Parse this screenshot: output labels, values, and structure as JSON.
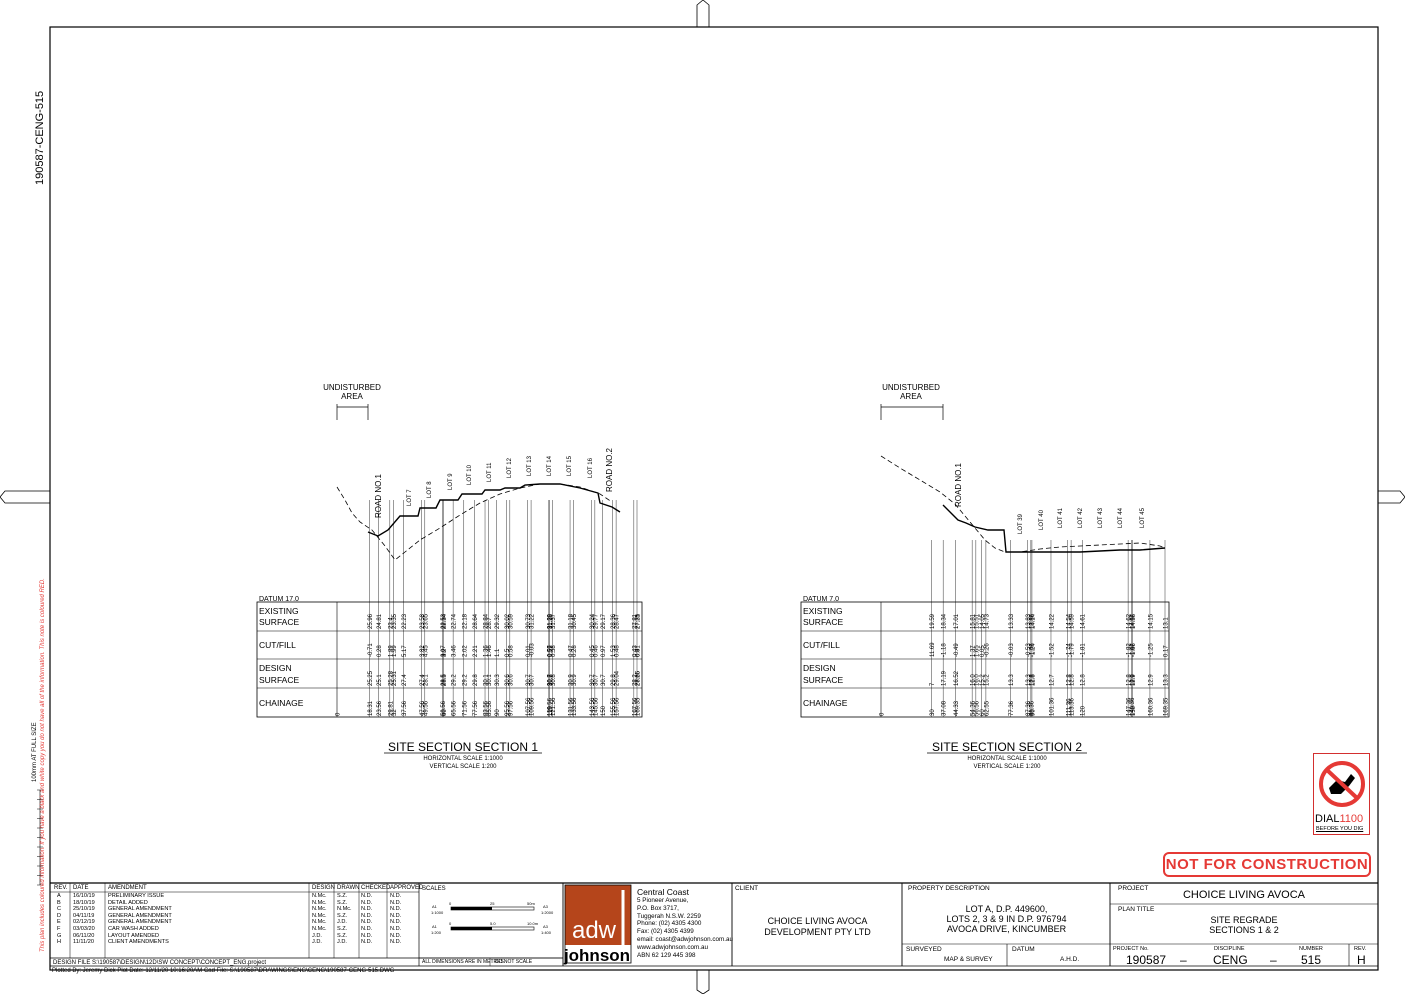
{
  "drawing_number_side": "190587-CENG-515",
  "side_note_red": "This plan includes coloured information. If you have a black and white copy you do not have all of the information. This note is coloured RED.",
  "full_size_note": "100mm AT FULL SIZE",
  "dial": {
    "label_prefix": "DIAL",
    "label_number": "1100",
    "sub": "BEFORE YOU DIG",
    "icon": "no-dig-icon"
  },
  "not_for_construction": "NOT FOR CONSTRUCTION",
  "section1": {
    "title": "SITE SECTION SECTION 1",
    "hscale": "HORIZONTAL SCALE 1:1000",
    "vscale": "VERTICAL SCALE 1:200",
    "undisturbed": [
      "UNDISTURBED",
      "AREA"
    ],
    "datum": "DATUM 17.0",
    "row_labels": {
      "existing": [
        "EXISTING",
        "SURFACE"
      ],
      "cutfill": [
        "CUT/FILL"
      ],
      "design": [
        "DESIGN",
        "SURFACE"
      ],
      "chainage": [
        "CHAINAGE"
      ]
    },
    "lots": [
      "ROAD NO.1",
      "LOT 7",
      "LOT 8",
      "LOT 9",
      "LOT 10",
      "LOT 11",
      "LOT 12",
      "LOT 13",
      "LOT 14",
      "LOT 15",
      "LOT 16",
      "ROAD NO.2"
    ],
    "existing": [
      "25.96",
      "24.81",
      "23.4",
      "23.35",
      "22.23",
      "23.58",
      "23.65",
      "22.53",
      "22.34",
      "22.74",
      "22.18",
      "28.64",
      "28.84",
      "28.7",
      "29.32",
      "30.02",
      "30.59",
      "30.73",
      "31.22",
      "31.29",
      "31.38",
      "31.37",
      "31.18",
      "30.45",
      "30.24",
      "29.77",
      "29.17",
      "28.36",
      "28.47",
      "27.81",
      "27.31",
      "27.25"
    ],
    "cutfill": [
      "-0.71",
      "0.28",
      "1.89",
      "1.99",
      "5.17",
      "3.82",
      "4.45",
      "3.07",
      "3.2",
      "3.46",
      "2.02",
      "2.21",
      "1.36",
      "1.46",
      "1.1",
      "0.5",
      "0.58",
      "0.01",
      "-0.03",
      "0.57",
      "0.59",
      "0.58",
      "0.47",
      "0.28",
      "0.45",
      "0.46",
      "0.97",
      "1.53",
      "0.48",
      "0.43",
      "0.91",
      "0.4"
    ],
    "design": [
      "25.25",
      "25.1",
      "25.28",
      "25.31",
      "27.4",
      "27.4",
      "28.1",
      "28.5",
      "28.5",
      "29.2",
      "29.2",
      "29.8",
      "30.1",
      "30.1",
      "30.3",
      "30.6",
      "30.6",
      "30.7",
      "30.7",
      "30.7",
      "30.8",
      "30.8",
      "30.9",
      "30.9",
      "30.7",
      "30.7",
      "30.7",
      "29.8",
      "29.04",
      "28.2",
      "28.26",
      "27.65"
    ],
    "chainage": [
      "0",
      "18.31",
      "23.56",
      "29.81",
      "32",
      "37.56",
      "47.56",
      "49.56",
      "59.56",
      "60",
      "65.56",
      "71.56",
      "77.56",
      "83.56",
      "85.56",
      "90",
      "95.56",
      "97.56",
      "107.56",
      "109.56",
      "119.56",
      "120",
      "121.56",
      "131.56",
      "133.56",
      "143.56",
      "145.56",
      "150",
      "155.56",
      "157.56",
      "167.56",
      "169.35"
    ]
  },
  "section2": {
    "title": "SITE SECTION SECTION 2",
    "hscale": "HORIZONTAL SCALE 1:1000",
    "vscale": "VERTICAL SCALE 1:200",
    "undisturbed": [
      "UNDISTURBED",
      "AREA"
    ],
    "datum": "DATUM 7.0",
    "row_labels": {
      "existing": [
        "EXISTING",
        "SURFACE"
      ],
      "cutfill": [
        "CUT/FILL"
      ],
      "design": [
        "DESIGN",
        "SURFACE"
      ],
      "chainage": [
        "CHAINAGE"
      ]
    },
    "lots": [
      "ROAD NO.1",
      "LOT 39",
      "LOT 40",
      "LOT 41",
      "LOT 42",
      "LOT 43",
      "LOT 44",
      "LOT 45"
    ],
    "existing": [
      "19.59",
      "18.34",
      "17.01",
      "15.81",
      "15.51",
      "14.73",
      "14.05",
      "13.33",
      "13.83",
      "13.86",
      "14.14",
      "14.22",
      "14.54",
      "14.59",
      "14.61",
      "14.62",
      "14.57",
      "14.56",
      "14.15",
      "13.1"
    ],
    "cutfill": [
      "11.69",
      "-1.18",
      "-0.49",
      "1.37",
      "1.65",
      "-0.26",
      "0.05",
      "-0.03",
      "-0.53",
      "-1.06",
      "-1.24",
      "-1.52",
      "-1.74",
      "-1.79",
      "-1.81",
      "-1.82",
      "-1.67",
      "-1.66",
      "-1.25",
      "0.17"
    ],
    "design": [
      "7",
      "17.19",
      "16.52",
      "16.0",
      "16.0",
      "15.2",
      "15.2",
      "13.3",
      "13.3",
      "12.8",
      "12.8",
      "12.7",
      "12.8",
      "12.8",
      "12.8",
      "12.8",
      "12.9",
      "12.9",
      "12.9",
      "13.3"
    ],
    "chainage": [
      "0",
      "30",
      "37.08",
      "44.33",
      "54.36",
      "56.56",
      "62.55",
      "60",
      "77.36",
      "87.36",
      "89.36",
      "90",
      "101.36",
      "111.36",
      "113.36",
      "120",
      "147.36",
      "149.36",
      "150",
      "160.36",
      "169.35"
    ]
  },
  "revisions": {
    "headers": [
      "REV.",
      "DATE",
      "AMENDMENT",
      "DESIGN",
      "DRAWN",
      "CHECKED",
      "APPROVED"
    ],
    "rows": [
      [
        "A",
        "16/10/19",
        "PRELIMINARY ISSUE",
        "N.Mc.",
        "S.Z.",
        "N.D.",
        "N.D."
      ],
      [
        "B",
        "18/10/19",
        "DETAIL ADDED",
        "N.Mc.",
        "S.Z.",
        "N.D.",
        "N.D."
      ],
      [
        "C",
        "25/10/19",
        "GENERAL AMENDMENT",
        "N.Mc.",
        "N.Mc.",
        "N.D.",
        "N.D."
      ],
      [
        "D",
        "04/11/19",
        "GENERAL AMENDMENT",
        "N.Mc.",
        "S.Z.",
        "N.D.",
        "N.D."
      ],
      [
        "E",
        "02/12/19",
        "GENERAL AMENDMENT",
        "N.Mc.",
        "J.D.",
        "N.D.",
        "N.D."
      ],
      [
        "F",
        "03/03/20",
        "CAR WASH ADDED",
        "N.Mc.",
        "S.Z.",
        "N.D.",
        "N.D."
      ],
      [
        "G",
        "06/11/20",
        "LAYOUT AMENDED",
        "J.D.",
        "S.Z.",
        "N.D.",
        "N.D."
      ],
      [
        "H",
        "11/11/20",
        "CLIENT AMENDMENTS",
        "J.D.",
        "J.D.",
        "N.D.",
        "N.D."
      ]
    ]
  },
  "scales_label": "SCALES",
  "scale_bars": [
    {
      "size": "A1",
      "ratio": "1:1000",
      "marks": [
        "0",
        "25",
        "50m"
      ],
      "alt_size": "A3",
      "alt_ratio": "1:2000"
    },
    {
      "size": "A1",
      "ratio": "1:200",
      "marks": [
        "0",
        "5.0",
        "10.0m"
      ],
      "alt_size": "A3",
      "alt_ratio": "1:400"
    }
  ],
  "design_file": "DESIGN FILE   S:\\190587\\DESIGN\\12D\\SW CONCEPT\\CONCEPT_ENG.project",
  "dimensions_note": "ALL DIMENSIONS ARE IN METRES.",
  "do_not_scale": "DO NOT SCALE",
  "plotted_by": "Plotted By:  Jeremy Dick   Plot Date: 12/11/20 10:16:20AM   Cad File: S:\\190587\\DRAWINGS\\ENG\\CENG\\190587-CENG-515.DWG",
  "company": {
    "logo_top": "adw",
    "logo_bottom": "johnson",
    "office": "Central Coast",
    "address": [
      "5 Pioneer Avenue,",
      "P.O. Box 3717,",
      "Tuggerah N.S.W. 2259"
    ],
    "phone": "Phone:  (02)  4305  4300",
    "fax": "Fax:    (02)  4305  4399",
    "email": "email: coast@adwjohnson.com.au",
    "web": "www.adwjohnson.com.au",
    "abn": "ABN   62 129 445 398",
    "brand_color": "#b5451b"
  },
  "client_label": "CLIENT",
  "client": [
    "CHOICE LIVING AVOCA",
    "DEVELOPMENT PTY LTD"
  ],
  "property_label": "PROPERTY DESCRIPTION",
  "property": [
    "LOT A, D.P. 449600,",
    "LOTS 2, 3 & 9 IN D.P. 976794",
    "AVOCA DRIVE, KINCUMBER"
  ],
  "surveyed_label": "SURVEYED",
  "surveyed": "MAP & SURVEY",
  "datum_label": "DATUM",
  "datum": "A.H.D.",
  "project_label": "PROJECT",
  "project": "CHOICE LIVING AVOCA",
  "plan_title_label": "PLAN TITLE",
  "plan_title": [
    "SITE REGRADE",
    "SECTIONS 1 & 2"
  ],
  "project_no_label": "PROJECT No.",
  "project_no": "190587",
  "discipline_label": "DISCIPLINE",
  "discipline": "CENG",
  "number_label": "NUMBER",
  "number": "515",
  "rev_label": "REV.",
  "rev": "H",
  "dash": "–"
}
